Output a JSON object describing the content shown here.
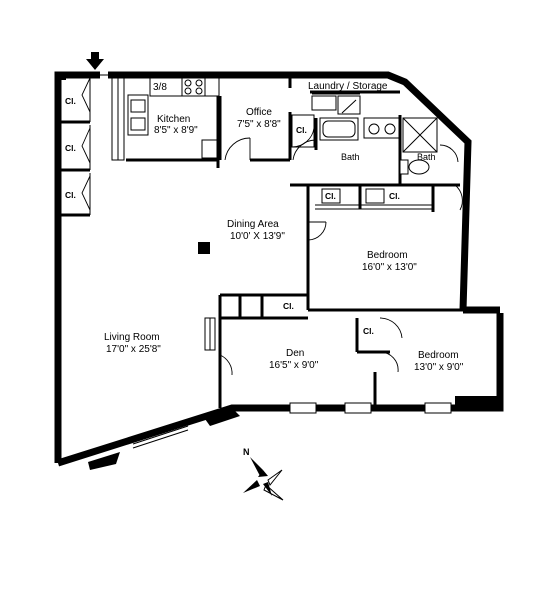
{
  "rooms": {
    "laundry": "Laundry / Storage",
    "kitchen": {
      "name": "Kitchen",
      "size": "8'5\" x 8'9\""
    },
    "office": {
      "name": "Office",
      "size": "7'5\" x 8'8\""
    },
    "bath1": "Bath",
    "bath2": "Bath",
    "dining": {
      "name": "Dining Area",
      "size": "10'0' X 13'9\""
    },
    "bedroom1": {
      "name": "Bedroom",
      "size": "16'0\" x 13'0\""
    },
    "living": {
      "name": "Living Room",
      "size": "17'0\" x 25'8\""
    },
    "den": {
      "name": "Den",
      "size": "16'5\" x 9'0\""
    },
    "bedroom2": {
      "name": "Bedroom",
      "size": "13'0\" x 9'0\""
    }
  },
  "closets": {
    "label": "Cl.",
    "entry1": "Cl.",
    "entry2": "Cl.",
    "entry3": "Cl.",
    "office": "Cl.",
    "bed1a": "Cl.",
    "bed1b": "Cl.",
    "den": "Cl.",
    "bed2": "Cl."
  },
  "compass": {
    "north": "N"
  }
}
